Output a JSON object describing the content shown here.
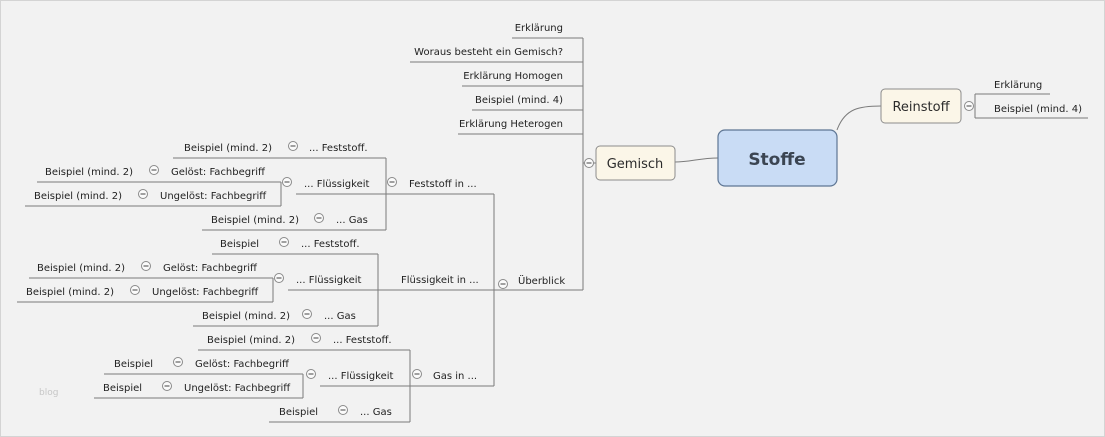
{
  "central": "Stoffe",
  "reinstoff": {
    "label": "Reinstoff",
    "children": [
      "Erklärung",
      "Beispiel (mind. 4)"
    ]
  },
  "gemisch": {
    "label": "Gemisch",
    "children": [
      "Erklärung",
      "Woraus besteht ein Gemisch?",
      "Erklärung Homogen",
      "Beispiel (mind. 4)",
      "Erklärung Heterogen"
    ],
    "ueberblick": {
      "label": "Überblick",
      "feststoff_in": {
        "label": "Feststoff in ...",
        "fest": {
          "label": "... Feststoff.",
          "child": "Beispiel (mind. 2)"
        },
        "fluessig": {
          "label": "... Flüssigkeit",
          "geloest": {
            "label": "Gelöst: Fachbegriff",
            "child": "Beispiel (mind. 2)"
          },
          "ungeloest": {
            "label": "Ungelöst: Fachbegriff",
            "child": "Beispiel (mind. 2)"
          }
        },
        "gas": {
          "label": "... Gas",
          "child": "Beispiel (mind. 2)"
        }
      },
      "fluessigkeit_in": {
        "label": "Flüssigkeit in ...",
        "fest": {
          "label": "... Feststoff.",
          "child": "Beispiel"
        },
        "fluessig": {
          "label": "... Flüssigkeit",
          "geloest": {
            "label": "Gelöst: Fachbegriff",
            "child": "Beispiel (mind. 2)"
          },
          "ungeloest": {
            "label": "Ungelöst: Fachbegriff",
            "child": "Beispiel (mind. 2)"
          }
        },
        "gas": {
          "label": "... Gas",
          "child": "Beispiel (mind. 2)"
        }
      },
      "gas_in": {
        "label": "Gas in ...",
        "fest": {
          "label": "... Feststoff.",
          "child": "Beispiel (mind. 2)"
        },
        "fluessig": {
          "label": "... Flüssigkeit",
          "geloest": {
            "label": "Gelöst: Fachbegriff",
            "child": "Beispiel"
          },
          "ungeloest": {
            "label": "Ungelöst: Fachbegriff",
            "child": "Beispiel"
          }
        },
        "gas": {
          "label": "... Gas",
          "child": "Beispiel"
        }
      }
    }
  },
  "watermark": "blog"
}
